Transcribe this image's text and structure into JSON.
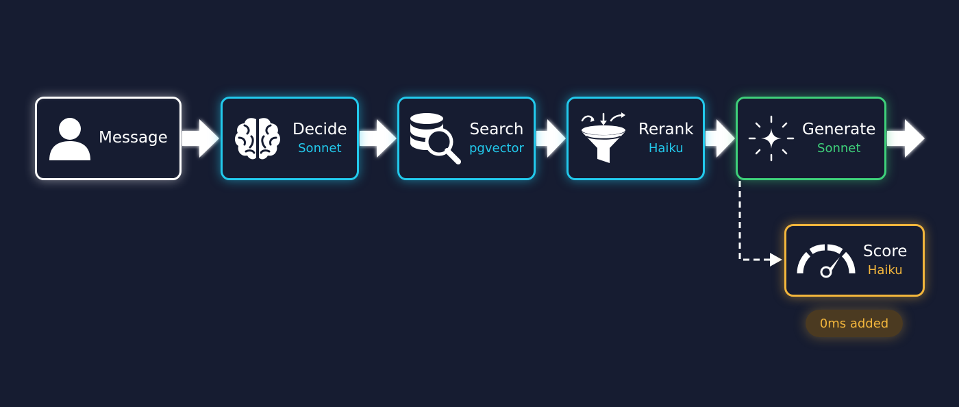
{
  "diagram": {
    "nodes": {
      "message": {
        "title": "Message",
        "icon": "person-icon"
      },
      "decide": {
        "title": "Decide",
        "subtitle": "Sonnet",
        "icon": "brain-icon"
      },
      "search": {
        "title": "Search",
        "subtitle": "pgvector",
        "icon": "database-search-icon"
      },
      "rerank": {
        "title": "Rerank",
        "subtitle": "Haiku",
        "icon": "funnel-icon"
      },
      "generate": {
        "title": "Generate",
        "subtitle": "Sonnet",
        "icon": "sparkle-icon"
      },
      "score": {
        "title": "Score",
        "subtitle": "Haiku",
        "icon": "gauge-icon"
      }
    },
    "score_badge": "0ms added",
    "colors": {
      "background": "#161c31",
      "message": "#ffffff",
      "cyan": "#22c9ec",
      "green": "#3ed07a",
      "amber": "#f3b63c"
    }
  }
}
